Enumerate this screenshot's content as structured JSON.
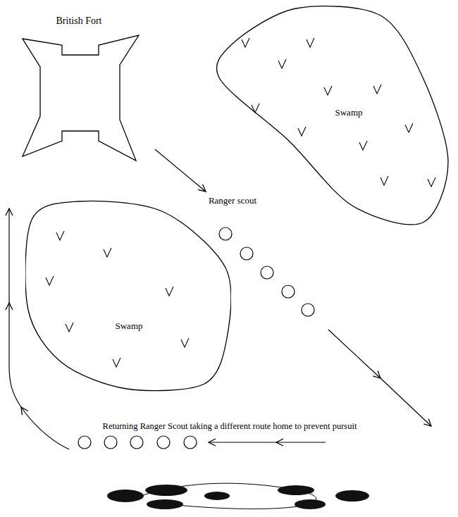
{
  "diagram": {
    "nodes": [
      {
        "text": [
          "British Fort"
        ]
      },
      {
        "text": [
          "Swamp"
        ]
      },
      {
        "text": [
          "Swamp"
        ]
      }
    ],
    "labels": [
      "Ranger scout",
      "Returning Ranger Scout taking a different route home to prevent pursuit"
    ]
  }
}
